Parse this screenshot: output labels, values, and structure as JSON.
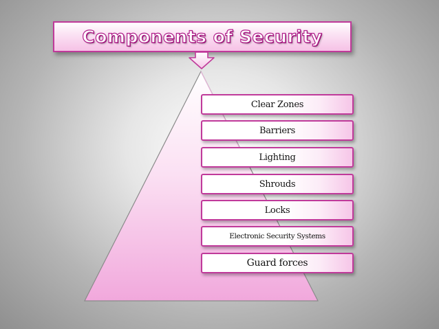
{
  "slide": {
    "title": "Components of Security"
  },
  "diagram": {
    "type": "pyramid-list",
    "accent_color": "#c0399a",
    "fill_color": "#f6c2e6",
    "items": [
      {
        "label": "Clear Zones"
      },
      {
        "label": "Barriers"
      },
      {
        "label": "Lighting"
      },
      {
        "label": "Shrouds"
      },
      {
        "label": "Locks"
      },
      {
        "label": "Electronic Security Systems"
      },
      {
        "label": "Guard forces"
      }
    ]
  }
}
